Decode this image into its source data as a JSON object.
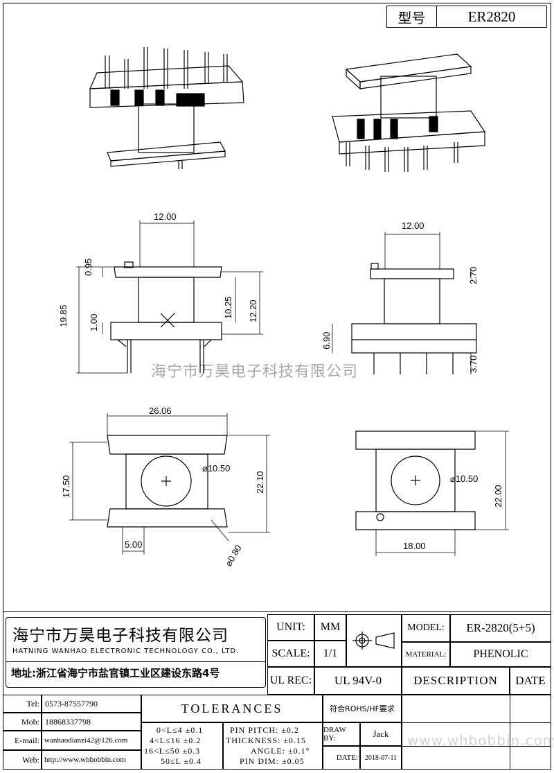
{
  "header": {
    "type_label": "型号",
    "type_value": "ER2820"
  },
  "dimensions": {
    "side_top_width": "12.00",
    "side_flange_top": "0.95",
    "side_total": "19.85",
    "side_flange_bottom": "1.00",
    "side_window": "10.25",
    "side_body": "12.20",
    "front_top_width": "12.00",
    "front_top_height": "2.70",
    "front_base": "6.90",
    "front_pin": "3.70",
    "bottom_width": "26.06",
    "bottom_height": "17.50",
    "bottom_total": "22.10",
    "bottom_core": "⌀10.50",
    "bottom_pin_pitch": "5.00",
    "bottom_pin_dia": "⌀0.80",
    "top_core": "⌀10.50",
    "top_height": "22.00",
    "top_width": "18.00"
  },
  "watermark": "海宁市万昊电子科技有限公司",
  "title_block": {
    "company_cn": "海宁市万昊电子科技有限公司",
    "company_en": "HATNING WANHAO ELECTRONIC TECHNOLOGY CO., LTD.",
    "address": "地址:浙江省海宁市盐官镇工业区建设东路4号",
    "unit_label": "UNIT:",
    "unit_value": "MM",
    "scale_label": "SCALE:",
    "scale_value": "1/1",
    "ulrec_label": "UL REC:",
    "ulrec_value": "UL 94V-0",
    "model_label": "MODEL:",
    "model_value": "ER-2820(5+5)",
    "material_label": "MATERIAL:",
    "material_value": "PHENOLIC",
    "description_label": "DESCRIPTION",
    "date_header": "DATE",
    "tel_label": "Tel:",
    "tel_value": "0573-87557790",
    "mob_label": "Mob:",
    "mob_value": "18868337798",
    "email_label": "E-mail:",
    "email_value": "wanhaodianzi42@126.com",
    "web_label": "Web:",
    "web_value": "http://www.whbobbin.com",
    "tolerances_label": "TOLERANCES",
    "rohs": "符合ROHS/HF要求",
    "tol_lines": [
      "0<L≤4 ±0.1",
      "4<L≤16 ±0.2",
      "16<L≤50 ±0.3",
      "50≤L ±0.4"
    ],
    "pin_lines": [
      "PIN PITCH: ±0.2",
      "THICKNESS: ±0.15",
      "ANGLE: ±0.1°",
      "PIN DIM: ±0.05"
    ],
    "drawby_label": "DRAW BY:",
    "drawby_value": "Jack",
    "date_label": "DATE:",
    "date_value": "2018-07-11",
    "website_mark": "www.whbobbin.com"
  }
}
